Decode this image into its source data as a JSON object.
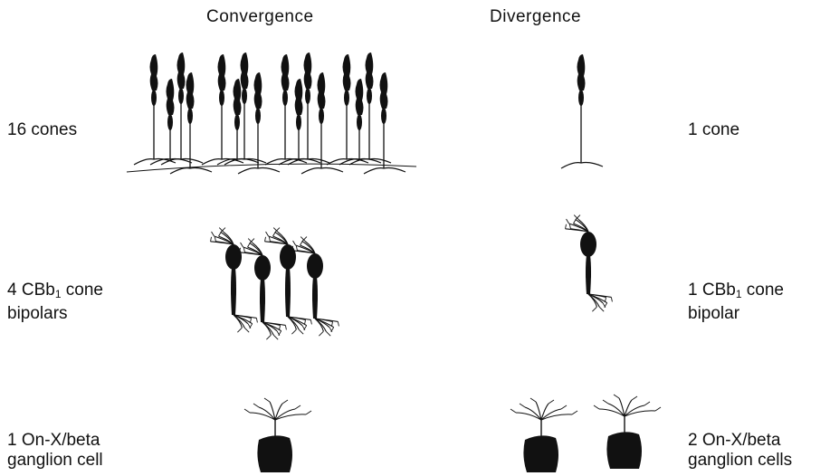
{
  "headers": {
    "left": "Convergence",
    "right": "Divergence"
  },
  "rows": [
    {
      "left": "16 cones",
      "right": "1 cone"
    },
    {
      "left_pre": "4 CBb",
      "left_sub": "1",
      "left_post": " cone\nbipolars",
      "right_pre": "1 CBb",
      "right_sub": "1",
      "right_post": " cone\nbipolar"
    },
    {
      "left": "1 On-X/beta\nganglion cell",
      "right": "2 On-X/beta\nganglion cells"
    }
  ],
  "colors": {
    "ink": "#111111",
    "background": "#ffffff"
  }
}
